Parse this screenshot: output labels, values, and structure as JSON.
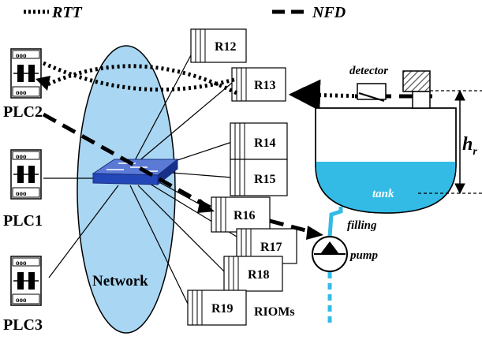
{
  "legend": {
    "rtt": "RTT",
    "nfd": "NFD"
  },
  "plcs": [
    "PLC2",
    "PLC1",
    "PLC3"
  ],
  "network_label": "Network",
  "rioms": [
    "R12",
    "R13",
    "R14",
    "R15",
    "R16",
    "R17",
    "R18",
    "R19"
  ],
  "rioms_label": "RIOMs",
  "detector_label": "detector",
  "tank_label": "tank",
  "filling_label": "filling",
  "pump_label": "pump",
  "height_label": "h",
  "height_subscript": "r",
  "colors": {
    "water": "#33bbe6",
    "switch": "#2346b8",
    "ellipse": "#a9d6f2",
    "line": "#000000"
  }
}
